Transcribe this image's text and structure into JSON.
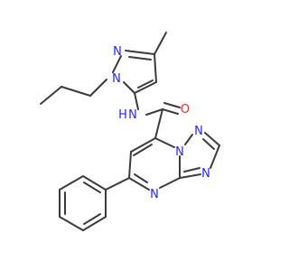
{
  "molecule": {
    "atoms": {
      "pyrazole_n2": {
        "label": "N",
        "color": "#2424ff"
      },
      "pyrazole_n1": {
        "label": "N",
        "color": "#2424ff"
      },
      "amide_n": {
        "label": "N",
        "color": "#2424ff"
      },
      "amide_h": {
        "label": "H",
        "color": "#2424ff"
      },
      "carbonyl_o": {
        "label": "O",
        "color": "#ff2020"
      },
      "triazole_n_top": {
        "label": "N",
        "color": "#2424ff"
      },
      "bridge_n": {
        "label": "N",
        "color": "#2424ff"
      },
      "triazole_n_right": {
        "label": "N",
        "color": "#2424ff"
      },
      "pyrimidine_n": {
        "label": "N",
        "color": "#2424ff"
      }
    },
    "bond_color": "#3b3b3b"
  }
}
